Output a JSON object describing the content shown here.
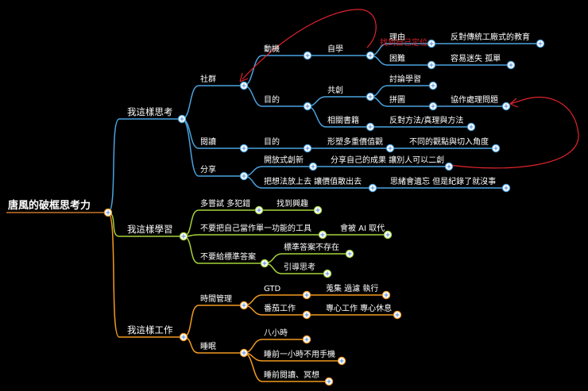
{
  "root": "唐風的破框思考力",
  "colors": {
    "blue": "#4aa3df",
    "green": "#a6d23a",
    "orange": "#f39a21",
    "red": "#e0242b",
    "root_line": "#c8752b"
  },
  "branches": [
    {
      "label": "我這樣思考",
      "color": "blue",
      "children": [
        {
          "label": "社群",
          "children": [
            {
              "label": "動機",
              "children": [
                {
                  "label": "自學",
                  "children": [
                    {
                      "label": "理由",
                      "children": [
                        {
                          "label": "反對傳統工廠式的教育"
                        }
                      ]
                    },
                    {
                      "label": "困難",
                      "children": [
                        {
                          "label": "容易迷失 孤單"
                        }
                      ]
                    }
                  ]
                }
              ]
            },
            {
              "label": "目的",
              "children": [
                {
                  "label": "共創",
                  "children": [
                    {
                      "label": "討論學習"
                    },
                    {
                      "label": "拼圖",
                      "children": [
                        {
                          "label": "協作處理問題"
                        }
                      ]
                    }
                  ]
                },
                {
                  "label": "相關書籍",
                  "children": [
                    {
                      "label": "反對方法/真理與方法"
                    }
                  ]
                }
              ]
            }
          ]
        },
        {
          "label": "閱讀",
          "children": [
            {
              "label": "目的",
              "children": [
                {
                  "label": "形塑多重價值觀",
                  "children": [
                    {
                      "label": "不同的觀點與切入角度"
                    }
                  ]
                }
              ]
            }
          ]
        },
        {
          "label": "分享",
          "children": [
            {
              "label": "開放式創新",
              "children": [
                {
                  "label": "分享自己的成果 讓別人可以二創"
                }
              ]
            },
            {
              "label": "把想法放上去 讓價值散出去",
              "children": [
                {
                  "label": "思緒會遺忘  但是紀錄了就沒事"
                }
              ]
            }
          ]
        }
      ]
    },
    {
      "label": "我這樣學習",
      "color": "green",
      "children": [
        {
          "label": "多嘗試 多犯錯",
          "children": [
            {
              "label": "找到興趣"
            }
          ]
        },
        {
          "label": "不要把自己當作單一功能的工具",
          "children": [
            {
              "label": "會被 AI 取代"
            }
          ]
        },
        {
          "label": "不要給標準答案",
          "children": [
            {
              "label": "標準答案不存在"
            },
            {
              "label": "引導思考"
            }
          ]
        }
      ]
    },
    {
      "label": "我這樣工作",
      "color": "orange",
      "children": [
        {
          "label": "時間管理",
          "children": [
            {
              "label": "GTD",
              "children": [
                {
                  "label": "蒐集 過濾 執行"
                }
              ]
            },
            {
              "label": "番茄工作",
              "children": [
                {
                  "label": "專心工作 專心休息"
                }
              ]
            }
          ]
        },
        {
          "label": "睡眠",
          "children": [
            {
              "label": "八小時"
            },
            {
              "label": "睡前一小時不用手機"
            },
            {
              "label": "睡前閱讀、冥想"
            }
          ]
        }
      ]
    }
  ],
  "annotation": {
    "text": "找到自己定位"
  }
}
